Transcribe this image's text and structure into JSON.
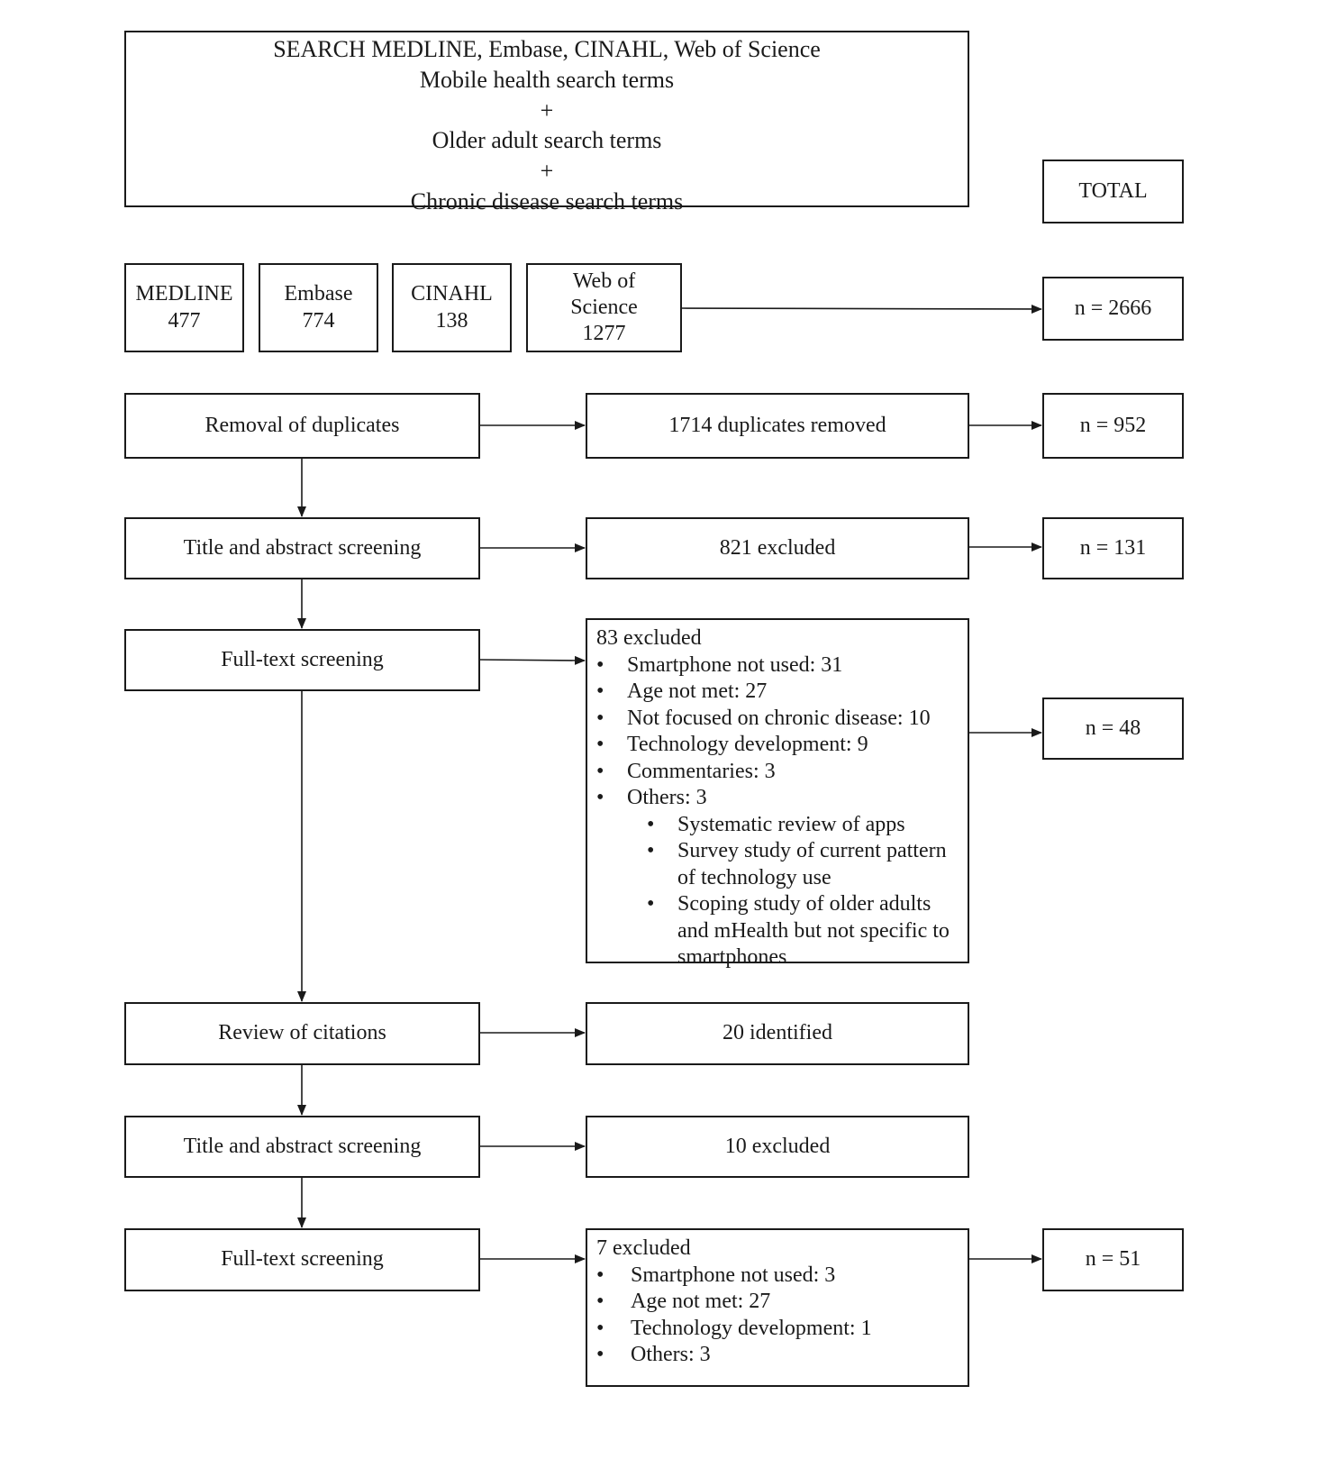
{
  "search": {
    "lines": [
      "SEARCH MEDLINE, Embase, CINAHL, Web of Science",
      "Mobile health search terms",
      "+",
      "Older adult search terms",
      "+",
      "Chronic disease search terms"
    ]
  },
  "total_label": "TOTAL",
  "databases": [
    {
      "name": "MEDLINE",
      "count": "477"
    },
    {
      "name": "Embase",
      "count": "774"
    },
    {
      "name_line1": "Web of",
      "name_line2": "Science",
      "count": "1277"
    },
    {
      "name": "CINAHL",
      "count": "138"
    }
  ],
  "totals": [
    "n = 2666",
    "n = 952",
    "n = 131",
    "n = 48",
    "n = 51"
  ],
  "steps": [
    "Removal of duplicates",
    "Title and abstract screening",
    "Full-text screening",
    "Review of citations",
    "Title and abstract screening",
    "Full-text screening"
  ],
  "outcomes": {
    "duplicates": "1714 duplicates removed",
    "title_abstract_1": "821 excluded",
    "citations": "20 identified",
    "title_abstract_2": "10 excluded"
  },
  "fulltext_exclusions_1": {
    "heading": "83 excluded",
    "items": [
      "Smartphone not used: 31",
      "Age not met: 27",
      "Not focused on chronic disease: 10",
      "Technology development: 9",
      "Commentaries: 3",
      "Others: 3"
    ],
    "sub_items": [
      "Systematic review of apps",
      "Survey study of current pattern of technology use",
      "Scoping study of older adults and mHealth but not specific to smartphones"
    ]
  },
  "fulltext_exclusions_2": {
    "heading": "7 excluded",
    "items": [
      "Smartphone not used: 3",
      "Age not met: 27",
      "Technology development: 1",
      "Others: 3"
    ]
  }
}
